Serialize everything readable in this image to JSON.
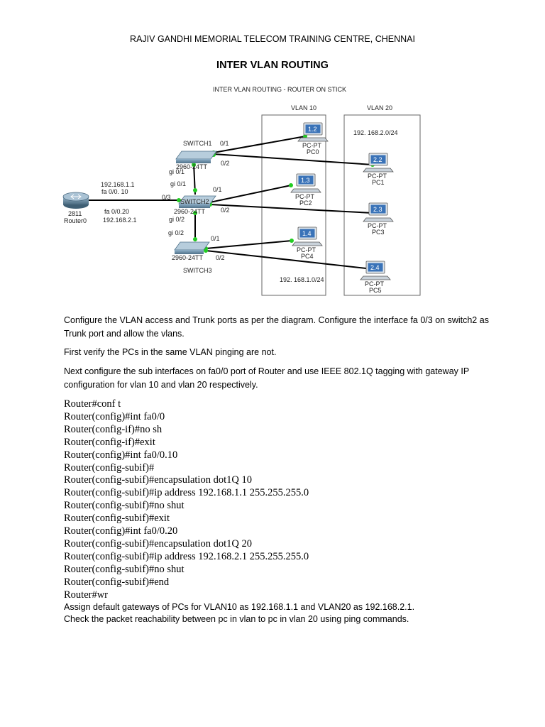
{
  "header": {
    "institution": "RAJIV GANDHI MEMORIAL TELECOM TRAINING CENTRE, CHENNAI",
    "title": "INTER VLAN ROUTING"
  },
  "diagram": {
    "caption": "INTER VLAN ROUTING - ROUTER ON STICK",
    "vlan10": {
      "label": "VLAN 10",
      "subnet": "192. 168.1.0/24"
    },
    "vlan20": {
      "label": "VLAN 20",
      "subnet": "192. 168.2.0/24"
    },
    "router": {
      "model": "2811",
      "name": "Router0",
      "sub1_if": "fa 0/0. 10",
      "sub1_ip": "192.168.1.1",
      "sub2_if": "fa 0/0.20",
      "sub2_ip": "192.168.2.1"
    },
    "switch1": {
      "name": "SWITCH1",
      "model": "2960-24TT",
      "p01": "0/1",
      "p02": "0/2",
      "gi": "gi 0/1"
    },
    "switch2": {
      "name": "SWITCH2",
      "model": "2960-24TT",
      "p03": "0/3",
      "p01": "0/1",
      "p02": "0/2",
      "gi_a": "gi 0/1",
      "gi_b": "gi 0/2"
    },
    "switch3": {
      "name": "SWITCH3",
      "model": "2960-24TT",
      "p01": "0/1",
      "p02": "0/2",
      "gi": "gi 0/2"
    },
    "pcs": [
      {
        "ip": "1.2",
        "type": "PC-PT",
        "name": "PC0"
      },
      {
        "ip": "2.2",
        "type": "PC-PT",
        "name": "PC1"
      },
      {
        "ip": "1.3",
        "type": "PC-PT",
        "name": "PC2"
      },
      {
        "ip": "2.3",
        "type": "PC-PT",
        "name": "PC3"
      },
      {
        "ip": "1.4",
        "type": "PC-PT",
        "name": "PC4"
      },
      {
        "ip": "2.4",
        "type": "PC-PT",
        "name": "PC5"
      }
    ]
  },
  "paragraphs": {
    "p1": "Configure the VLAN access and Trunk ports as per the diagram.  Configure the interface fa 0/3 on switch2 as  Trunk port and allow the vlans.",
    "p2": "First verify the PCs in the same VLAN pinging are not.",
    "p3": "Next configure the sub interfaces on fa0/0 port of Router and use IEEE 802.1Q tagging with gateway IP configuration for vlan 10 and vlan 20 respectively."
  },
  "config_lines": [
    "Router#conf t",
    "Router(config)#int fa0/0",
    "Router(config-if)#no sh",
    "Router(config-if)#exit",
    "Router(config)#int fa0/0.10",
    "Router(config-subif)#",
    "Router(config-subif)#encapsulation dot1Q 10",
    "Router(config-subif)#ip address 192.168.1.1 255.255.255.0",
    "Router(config-subif)#no shut",
    "Router(config-subif)#exit",
    "Router(config)#int fa0/0.20",
    "Router(config-subif)#encapsulation dot1Q 20",
    "Router(config-subif)#ip address 192.168.2.1 255.255.255.0",
    "Router(config-subif)#no shut",
    "Router(config-subif)#end",
    "Router#wr"
  ],
  "closing": {
    "line1": "Assign  default gateways of PCs for VLAN10 as 192.168.1.1 and VLAN20 as 192.168.2.1.",
    "line2": "Check the packet reachability between pc in vlan to pc in vlan 20 using ping commands."
  },
  "colors": {
    "link": "#000000",
    "port_dot": "#22cc22",
    "switch": "#5b7f99",
    "router": "#5d7f95",
    "pc_screen": "#3a73b8"
  }
}
